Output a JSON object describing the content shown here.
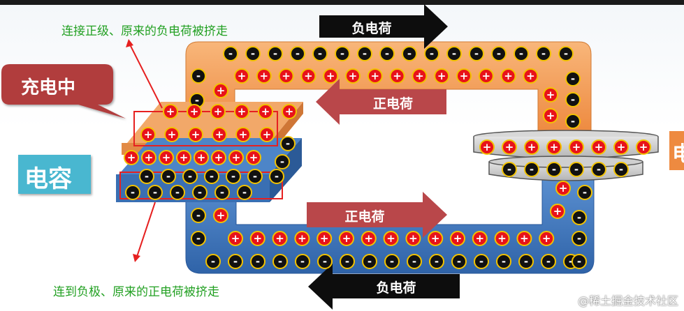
{
  "notes": {
    "top": "连接正级、原来的负电荷被挤走",
    "bottom": "连到负极、原来的正电荷被挤走"
  },
  "arrows": {
    "top_right": "负电荷",
    "inner_top_left": "正电荷",
    "inner_bottom_right": "正电荷",
    "bottom_left": "负电荷"
  },
  "bubble": {
    "label": "充电中"
  },
  "capacitor_label": "电容",
  "right_edge_label": "电",
  "watermark": "@稀土掘金技术社区",
  "symbols": {
    "positive": "+",
    "negative": "-"
  },
  "colors": {
    "orange_wire": "#f5a05a",
    "blue_wire": "#3f78c0",
    "positive_charge": "#e8121a",
    "negative_charge": "#111111",
    "charge_border": "#f2c200",
    "arrow_black": "#0d0d0d",
    "arrow_red": "#b9474a",
    "note_green": "#22a022",
    "highlight_box": "#e62020",
    "capacitor_box": "#4ab7d0"
  }
}
